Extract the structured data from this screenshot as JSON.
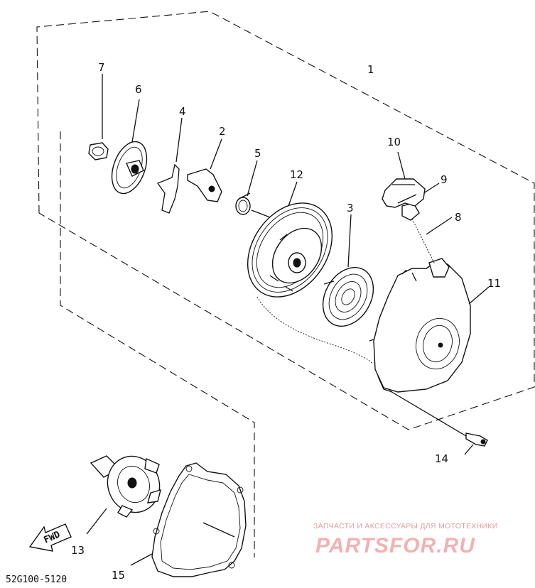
{
  "diagram_code": "52G100-5120",
  "callouts": {
    "c1": "1",
    "c2": "2",
    "c3": "3",
    "c4": "4",
    "c5": "5",
    "c6": "6",
    "c7": "7",
    "c8": "8",
    "c9": "9",
    "c10": "10",
    "c11": "11",
    "c12": "12",
    "c13": "13",
    "c14": "14",
    "c15": "15"
  },
  "direction_label": "FWD",
  "watermark": {
    "tagline": "ЗАПЧАСТИ И АКСЕССУАРЫ ДЛЯ МОТОТЕХНИКИ",
    "site": "PARTSFOR.RU"
  },
  "colors": {
    "ink": "#111111",
    "watermark": "#f1b2b2"
  }
}
